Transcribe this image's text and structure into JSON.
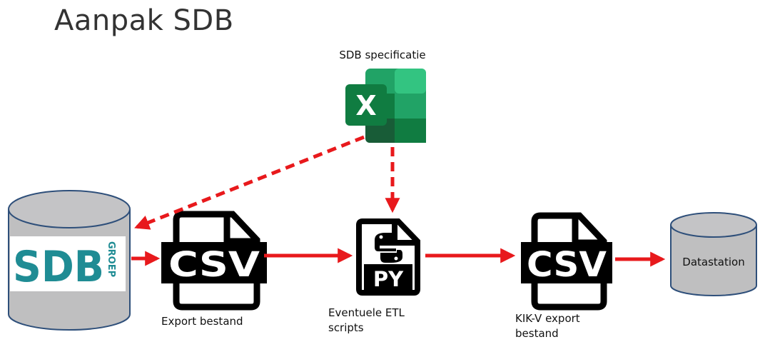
{
  "title": "Aanpak SDB",
  "nodes": {
    "spec": {
      "label": "SDB specificatie",
      "icon": "excel-icon",
      "glyph": "X",
      "colors": [
        "#21A366",
        "#107C41",
        "#33C481",
        "#185C37"
      ]
    },
    "source_db": {
      "icon": "database-cylinder-icon",
      "logo_text": "SDB",
      "logo_side_text": "GROEP",
      "logo_color": "#1f8c94",
      "fill": "#bfbfc0"
    },
    "export_file": {
      "icon": "csv-file-icon",
      "glyph": "CSV",
      "label": "Export bestand"
    },
    "etl": {
      "icon": "python-file-icon",
      "glyph": "PY",
      "label_line1": "Eventuele ETL",
      "label_line2": "scripts"
    },
    "kikv_file": {
      "icon": "csv-file-icon",
      "glyph": "CSV",
      "label_line1": "KIK-V export",
      "label_line2": "bestand"
    },
    "datastation": {
      "icon": "database-cylinder-icon",
      "label": "Datastation",
      "fill": "#bfbfc0"
    }
  },
  "arrow_color": "#e8191c"
}
